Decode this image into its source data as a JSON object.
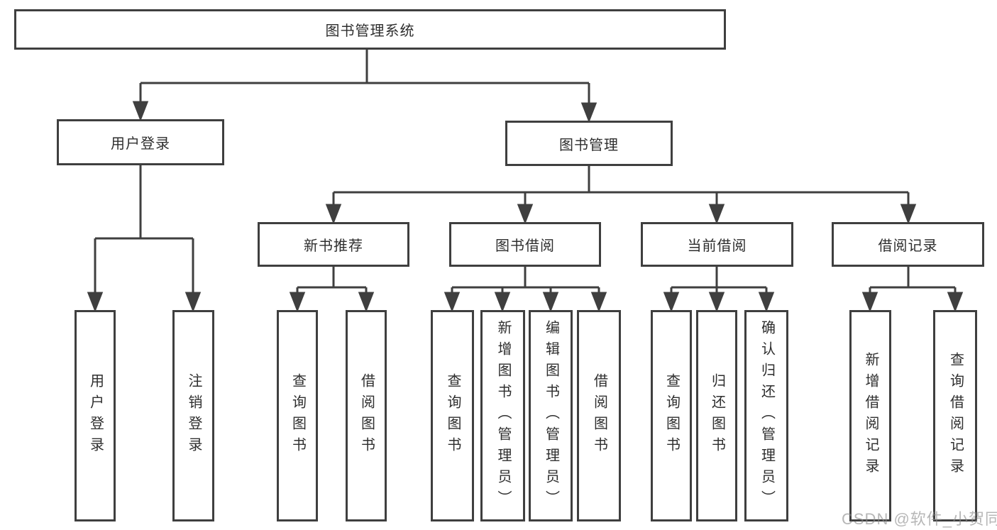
{
  "root": {
    "label": "图书管理系统"
  },
  "level2": {
    "userLogin": {
      "label": "用户登录"
    },
    "bookManagement": {
      "label": "图书管理"
    }
  },
  "level3": {
    "newBookRecommend": {
      "label": "新书推荐"
    },
    "bookBorrow": {
      "label": "图书借阅"
    },
    "currentBorrow": {
      "label": "当前借阅"
    },
    "borrowRecord": {
      "label": "借阅记录"
    }
  },
  "leaves": {
    "userLogin": [
      {
        "label": "用户登录"
      },
      {
        "label": "注销登录"
      }
    ],
    "newBookRecommend": [
      {
        "label": "查询图书"
      },
      {
        "label": "借阅图书"
      }
    ],
    "bookBorrow": [
      {
        "label": "查询图书"
      },
      {
        "label": "新增图书（管理员）"
      },
      {
        "label": "编辑图书（管理员）"
      },
      {
        "label": "借阅图书"
      }
    ],
    "currentBorrow": [
      {
        "label": "查询图书"
      },
      {
        "label": "归还图书"
      },
      {
        "label": "确认归还（管理员）"
      }
    ],
    "borrowRecord": [
      {
        "label": "新增借阅记录"
      },
      {
        "label": "查询借阅记录"
      }
    ]
  },
  "watermark": {
    "text": "CSDN @软件_小贺同学"
  },
  "colors": {
    "line": "#3f3f3f",
    "text": "#2e2e2e",
    "watermark": "#8a8a8a",
    "background": "#ffffff"
  }
}
